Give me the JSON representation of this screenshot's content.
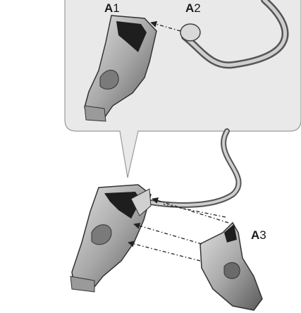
{
  "labels": {
    "a1": {
      "letter": "A",
      "number": "1"
    },
    "a2": {
      "letter": "A",
      "number": "2"
    },
    "a3": {
      "letter": "A",
      "number": "3"
    }
  },
  "colors": {
    "callout_fill": "#e9e9e9",
    "callout_stroke": "#9a9a9a",
    "part_light": "#c9c9c9",
    "part_mid": "#8c8c8c",
    "part_dark": "#333333",
    "arrow": "#222222"
  }
}
